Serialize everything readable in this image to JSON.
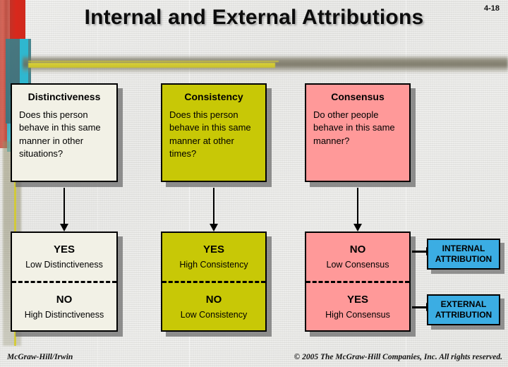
{
  "slide": {
    "title": "Internal and External Attributions",
    "number": "4-18"
  },
  "question_boxes": [
    {
      "header": "Distinctiveness",
      "question": "Does this person behave in this same manner in other situations?",
      "color": "#f2f1e6"
    },
    {
      "header": "Consistency",
      "question": "Does this person behave in this same manner at other times?",
      "color": "#c8c806"
    },
    {
      "header": "Consensus",
      "question": "Do other people behave in this same manner?",
      "color": "#ff9999"
    }
  ],
  "result_boxes": [
    {
      "color": "#f2f1e6",
      "top": {
        "answer": "YES",
        "description": "Low Distinctiveness"
      },
      "bottom": {
        "answer": "NO",
        "description": "High Distinctiveness"
      }
    },
    {
      "color": "#c8c806",
      "top": {
        "answer": "YES",
        "description": "High Consistency"
      },
      "bottom": {
        "answer": "NO",
        "description": "Low Consistency"
      }
    },
    {
      "color": "#ff9999",
      "top": {
        "answer": "NO",
        "description": "Low Consensus"
      },
      "bottom": {
        "answer": "YES",
        "description": "High Consensus"
      }
    }
  ],
  "attributions": [
    {
      "line1": "INTERNAL",
      "line2": "ATTRIBUTION",
      "color": "#3bade3"
    },
    {
      "line1": "EXTERNAL",
      "line2": "ATTRIBUTION",
      "color": "#3bade3"
    }
  ],
  "footer": {
    "left": "McGraw-Hill/Irwin",
    "right": "© 2005 The McGraw-Hill Companies, Inc. All rights reserved."
  }
}
